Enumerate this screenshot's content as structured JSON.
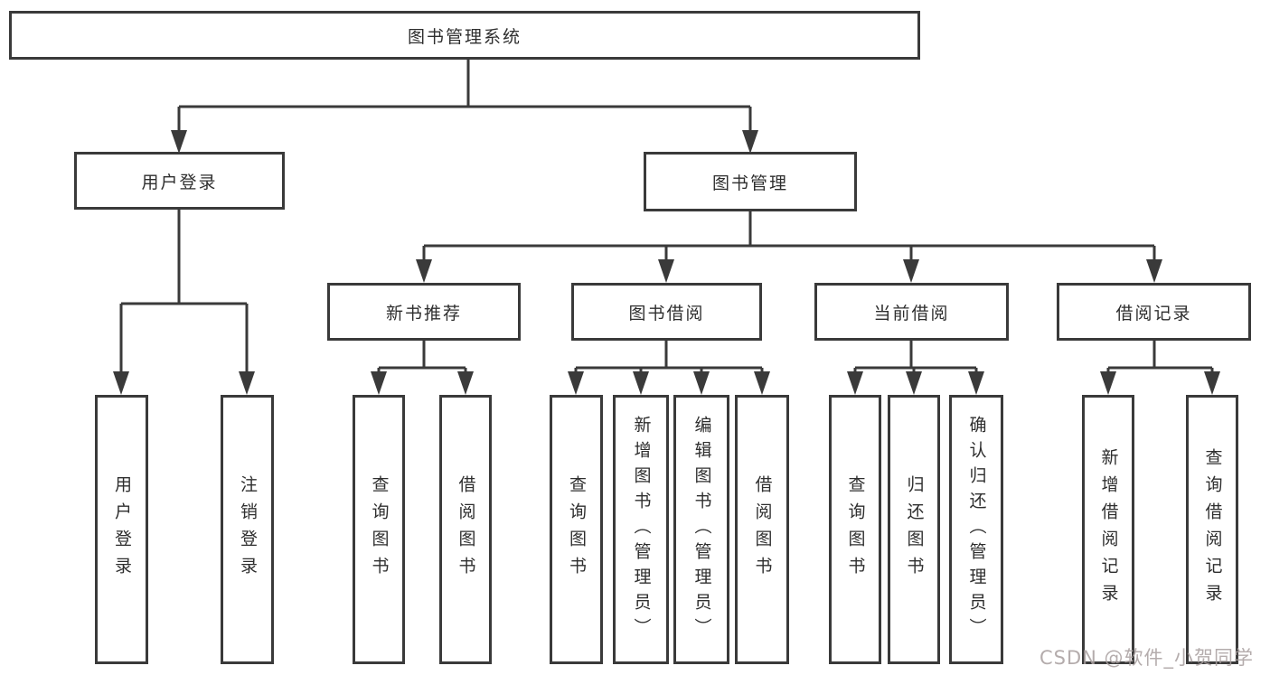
{
  "diagram_type": "hierarchy-tree",
  "watermark": "CSDN @软件_小贺同学",
  "colors": {
    "line": "#3a3a3a",
    "box_border": "#3a3a3a",
    "text": "#2e2e2e",
    "background": "#ffffff",
    "watermark": "#aaa1a1"
  },
  "tree": {
    "label": "图书管理系统",
    "children": [
      {
        "label": "用户登录",
        "children": [
          {
            "label": "用户登录"
          },
          {
            "label": "注销登录"
          }
        ]
      },
      {
        "label": "图书管理",
        "children": [
          {
            "label": "新书推荐",
            "children": [
              {
                "label": "查询图书"
              },
              {
                "label": "借阅图书"
              }
            ]
          },
          {
            "label": "图书借阅",
            "children": [
              {
                "label": "查询图书"
              },
              {
                "label": "新增图书（管理员）"
              },
              {
                "label": "编辑图书（管理员）"
              },
              {
                "label": "借阅图书"
              }
            ]
          },
          {
            "label": "当前借阅",
            "children": [
              {
                "label": "查询图书"
              },
              {
                "label": "归还图书"
              },
              {
                "label": "确认归还（管理员）"
              }
            ]
          },
          {
            "label": "借阅记录",
            "children": [
              {
                "label": "新增借阅记录"
              },
              {
                "label": "查询借阅记录"
              }
            ]
          }
        ]
      }
    ]
  }
}
